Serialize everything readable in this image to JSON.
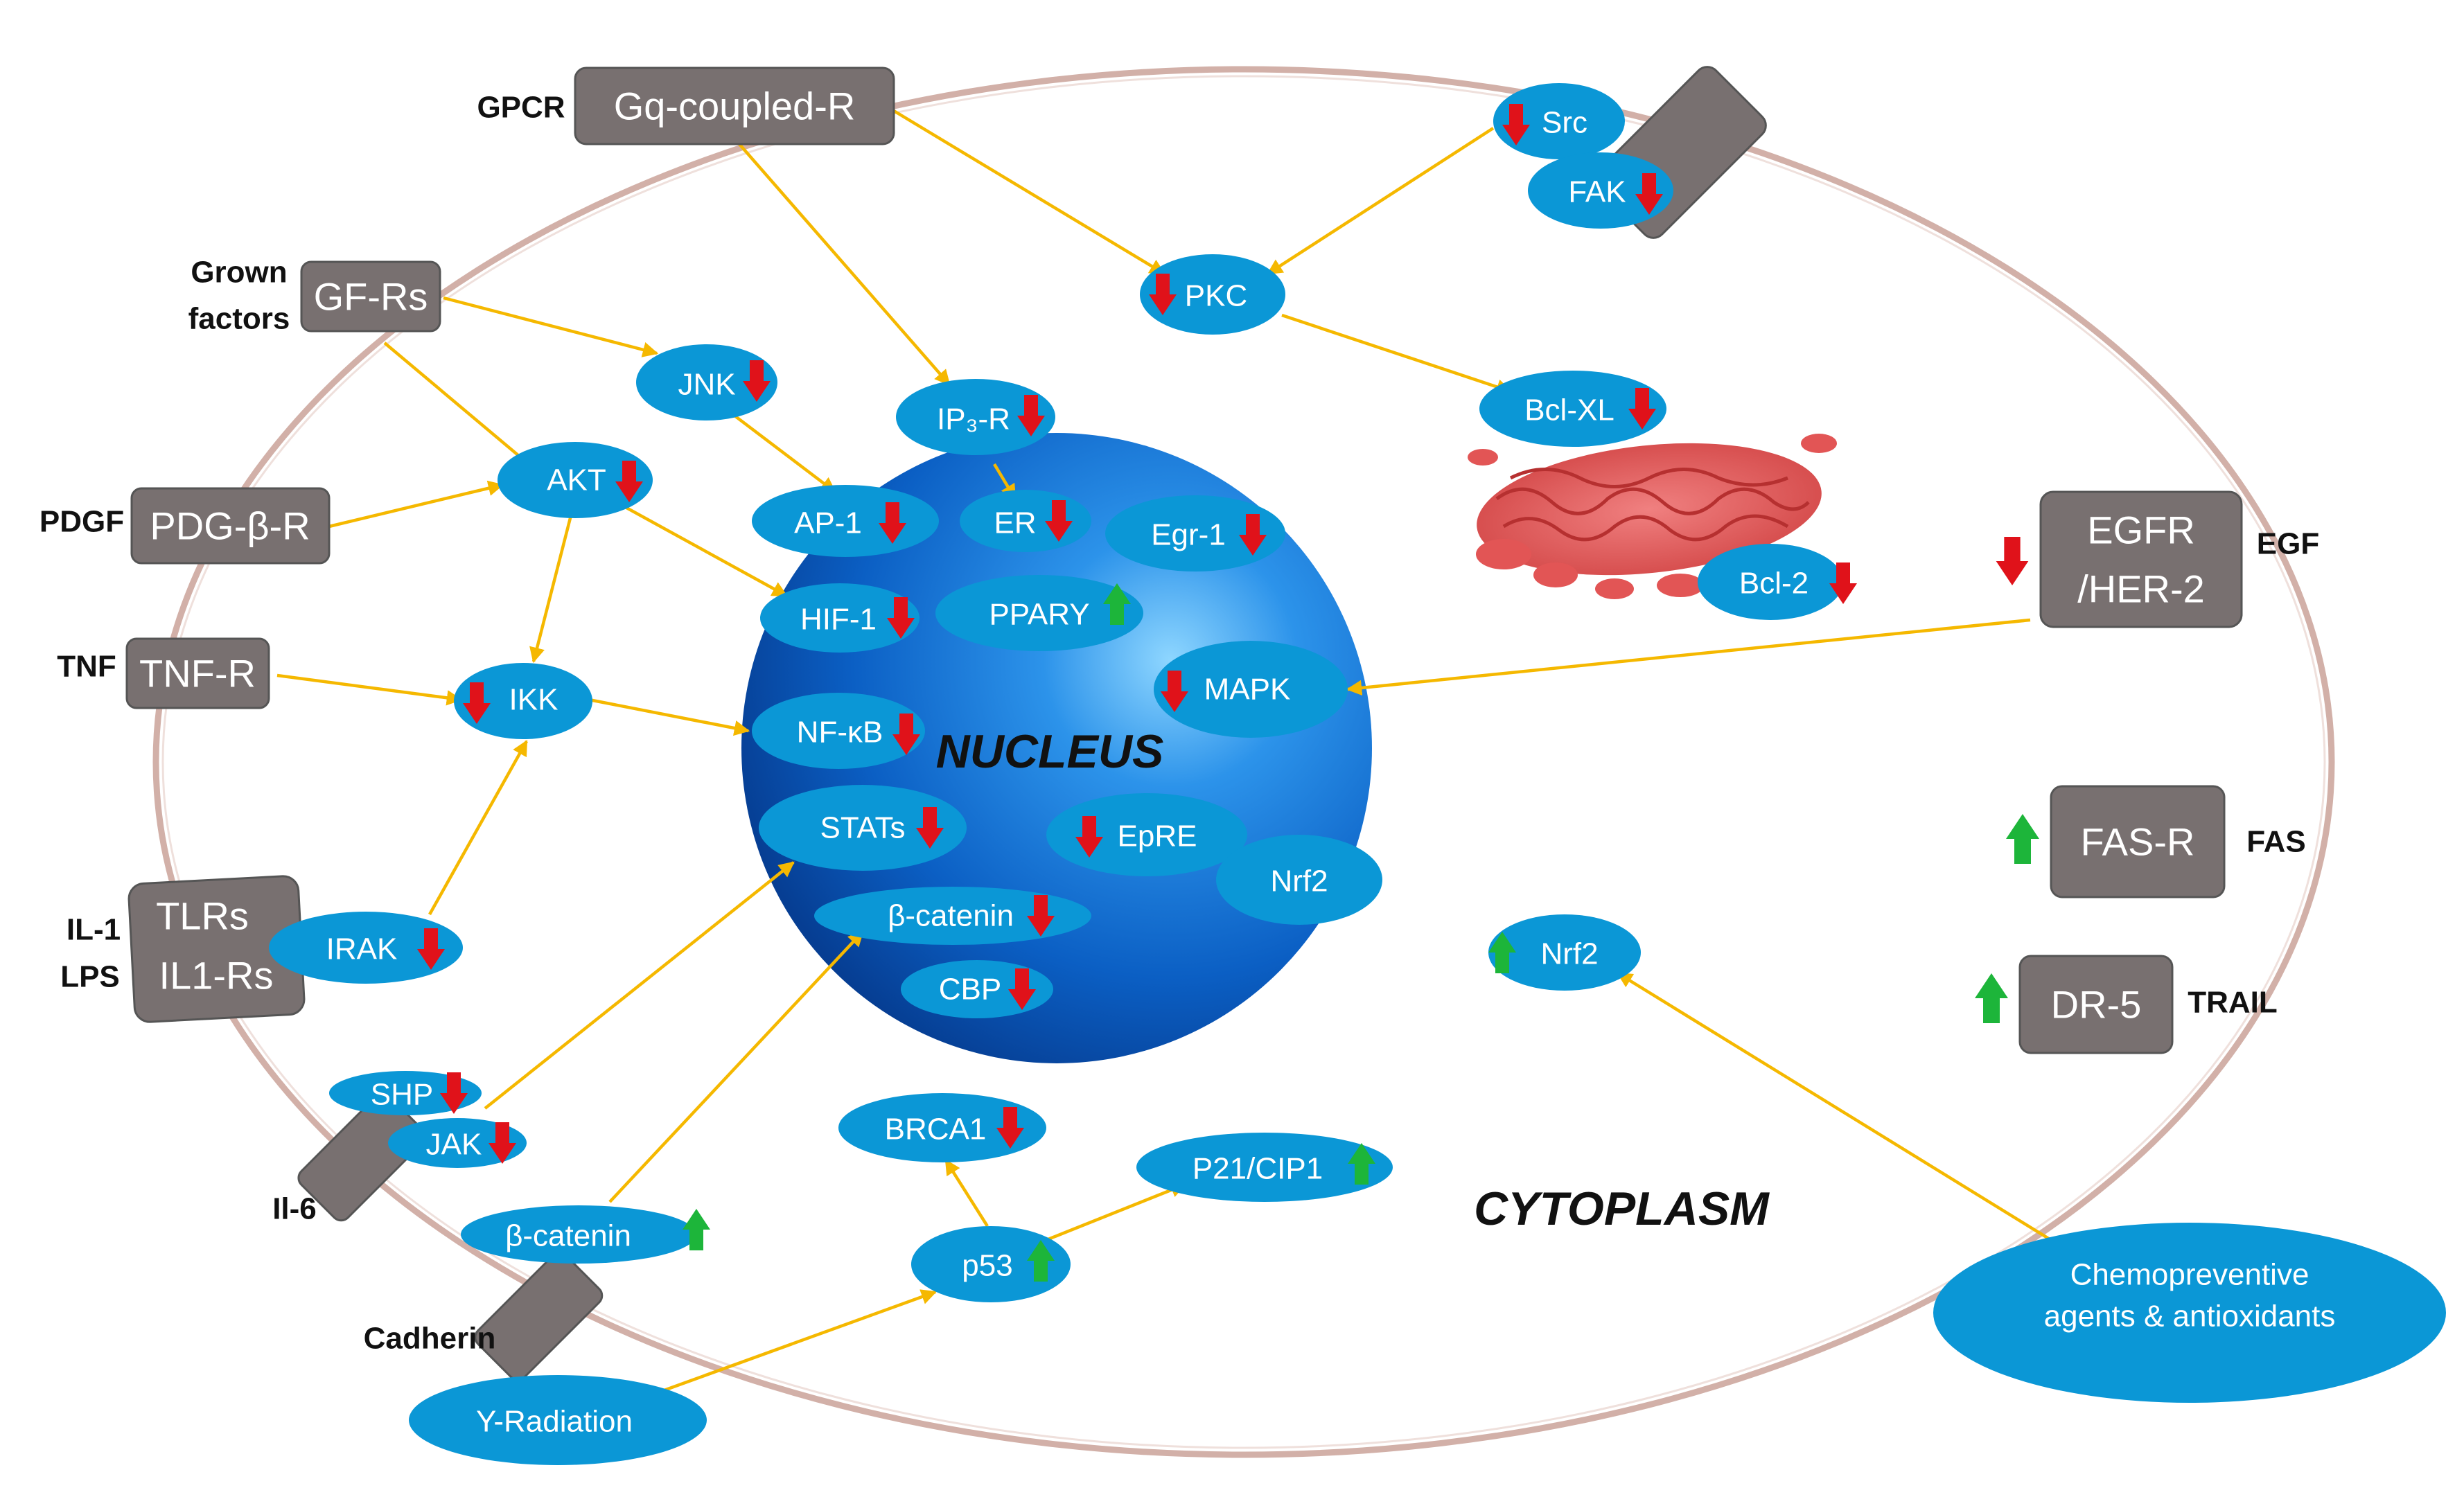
{
  "colors": {
    "oval": "#0B97D6",
    "receptor": "#787070",
    "arrow": "#F5B800",
    "down": "#E0121A",
    "up": "#1DB53A",
    "membrane": "#D2B0A8",
    "mito": "#E25555"
  },
  "compartments": {
    "nucleus": "NUCLEUS",
    "cytoplasm": "CYTOPLASM"
  },
  "receptors": {
    "gq": "Gq-coupled-R",
    "gfr": "GF-Rs",
    "pdgfr": "PDG-β-R",
    "tnfr": "TNF-R",
    "tlrs": "TLRs",
    "il1rs": "IL1-Rs",
    "egfr1": "EGFR",
    "egfr2": "/HER-2",
    "fasr": "FAS-R",
    "dr5": "DR-5"
  },
  "ligands": {
    "gpcr": "GPCR",
    "grown": "Grown",
    "factors": "factors",
    "pdgf": "PDGF",
    "tnf": "TNF",
    "il1": "IL-1",
    "lps": "LPS",
    "il6": "Il-6",
    "cadherin": "Cadherin",
    "egf": "EGF",
    "fas": "FAS",
    "trail": "TRAIL"
  },
  "nodes": {
    "src": "Src",
    "fak": "FAK",
    "pkc": "PKC",
    "jnk": "JNK",
    "akt": "AKT",
    "ip3r": "IP₃-R",
    "ap1": "AP-1",
    "er": "ER",
    "egr1": "Egr-1",
    "hif1": "HIF-1",
    "ppar": "PPARY",
    "bclxl": "Bcl-XL",
    "bcl2": "Bcl-2",
    "ikk": "IKK",
    "nfkb": "NF-κB",
    "mapk": "MAPK",
    "stats": "STATs",
    "epre": "EpRE",
    "nrf2_nuc": "Nrf2",
    "bcat_nuc": "β-catenin",
    "cbp": "CBP",
    "irak": "IRAK",
    "shp": "SHP",
    "jak": "JAK",
    "nrf2_cyt": "Nrf2",
    "brca1": "BRCA1",
    "p21": "P21/CIP1",
    "bcat_cyt": "β-catenin",
    "p53": "p53",
    "radiation": "Υ-Radiation",
    "chemo1": "Chemopreventive",
    "chemo2": "agents & antioxidants"
  },
  "regulation": {
    "down": [
      "Src",
      "FAK",
      "PKC",
      "JNK",
      "AKT",
      "IP₃-R",
      "AP-1",
      "ER",
      "Egr-1",
      "HIF-1",
      "Bcl-XL",
      "Bcl-2",
      "IKK",
      "NF-κB",
      "MAPK",
      "STATs",
      "EpRE",
      "β-catenin",
      "CBP",
      "IRAK",
      "SHP",
      "JAK",
      "BRCA1",
      "EGFR/HER-2"
    ],
    "up": [
      "PPARY",
      "Nrf2",
      "P21/CIP1",
      "β-catenin",
      "p53",
      "FAS-R",
      "DR-5"
    ]
  }
}
